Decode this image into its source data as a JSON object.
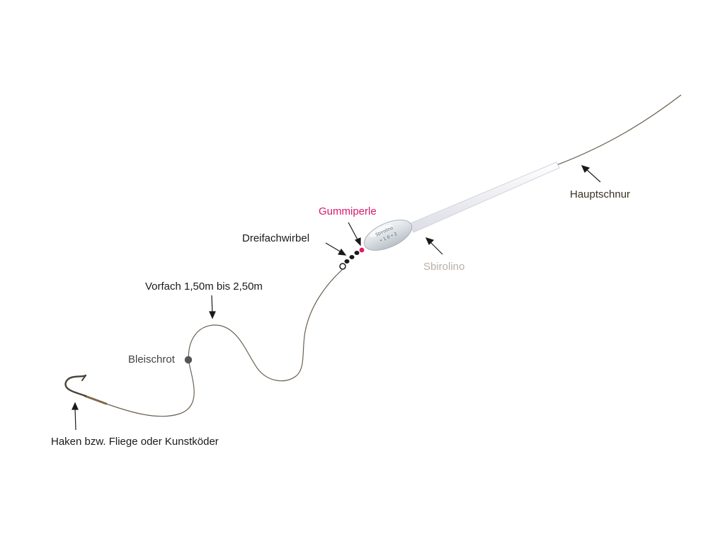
{
  "labels": {
    "hauptschnur": "Hauptschnur",
    "sbirolino": "Sbirolino",
    "gummiperle": "Gummiperle",
    "dreifachwirbel": "Dreifachwirbel",
    "vorfach": "Vorfach 1,50m bis 2,50m",
    "bleischrot": "Bleischrot",
    "haken": "Haken bzw. Fliege oder Kunstköder"
  },
  "colors": {
    "line": "#6b6152",
    "gummiperle_label": "#d6196b",
    "sbirolino_label": "#b8b0a6",
    "bead": "#e8195f",
    "swivel": "#1a1a1a",
    "sinker": "#555555",
    "hook": "#4a4238"
  }
}
